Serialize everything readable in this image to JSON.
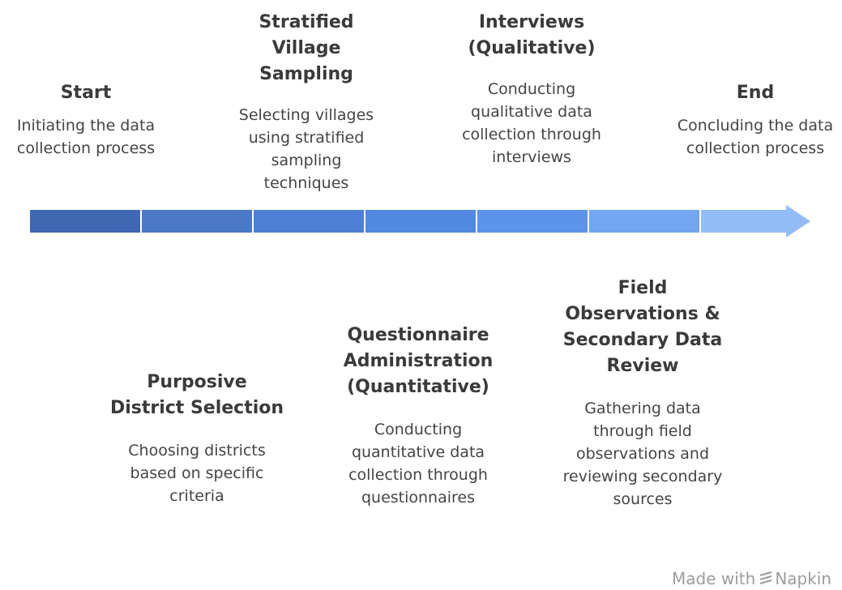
{
  "steps": [
    {
      "title": "Start",
      "description": "Initiating the data\ncollection process",
      "color": "#3f68b3"
    },
    {
      "title": "Purposive\nDistrict Selection",
      "description": "Choosing districts\nbased on specific\ncriteria",
      "color": "#4a77c6"
    },
    {
      "title": "Stratified Village\nSampling",
      "description": "Selecting villages\nusing stratified\nsampling\ntechniques",
      "color": "#4d7fd4"
    },
    {
      "title": "Questionnaire\nAdministration\n(Quantitative)",
      "description": "Conducting\nquantitative data\ncollection through\nquestionnaires",
      "color": "#5289e0"
    },
    {
      "title": "Interviews\n(Qualitative)",
      "description": "Conducting\nqualitative data\ncollection through\ninterviews",
      "color": "#5b93eb"
    },
    {
      "title": "Field\nObservations &\nSecondary Data\nReview",
      "description": "Gathering data\nthrough field\nobservations and\nreviewing secondary\nsources",
      "color": "#73a6f1"
    },
    {
      "title": "End",
      "description": "Concluding the data\ncollection process",
      "color": "#93bdf7"
    }
  ],
  "footer": {
    "made_with": "Made with",
    "brand": "Napkin"
  }
}
